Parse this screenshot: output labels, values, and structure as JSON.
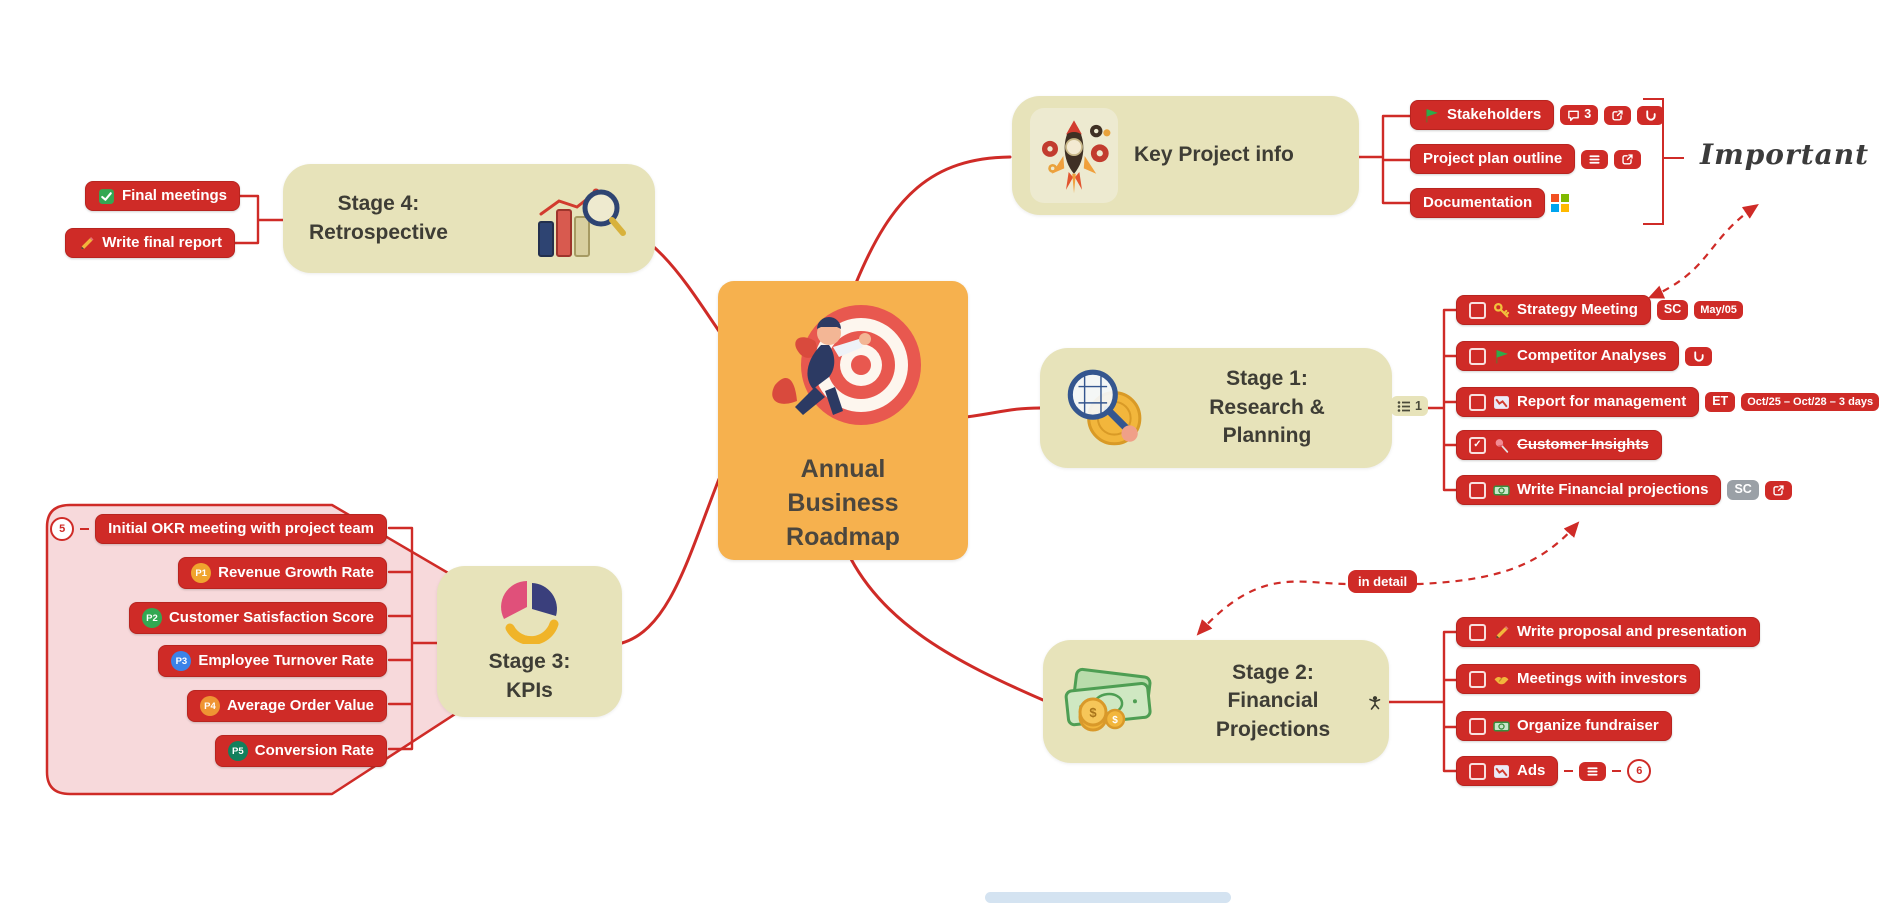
{
  "colors": {
    "topic_red": "#cf2b27",
    "stage_khaki": "#e7e3ba",
    "central_orange": "#f6b14e",
    "boundary_pink": "#f7d9db",
    "text_dark": "#3e3d35",
    "ms_logo": [
      "#f25022",
      "#7fba00",
      "#00a4ef",
      "#ffb900"
    ]
  },
  "central": {
    "lines": [
      "Annual",
      "Business",
      "Roadmap"
    ],
    "illustration": "target-jumper-illustration"
  },
  "key_project": {
    "title": "Key Project info",
    "illustration": "rocket-illustration",
    "comment_count": "3",
    "summary_label": "Important",
    "children": [
      {
        "label": "Stakeholders",
        "icon": "green-flag-icon",
        "badges": [
          "comment-count",
          "open-link-icon",
          "hook-icon"
        ]
      },
      {
        "label": "Project plan outline",
        "badges": [
          "notes-icon",
          "open-link-icon"
        ]
      },
      {
        "label": "Documentation",
        "badges": [
          "ms-logo-icon"
        ]
      }
    ]
  },
  "stage1": {
    "title_lines": [
      "Stage 1:",
      "Research &",
      "Planning"
    ],
    "illustration": "magnifier-coin-illustration",
    "list_badge": "1",
    "children": [
      {
        "label": "Strategy Meeting",
        "icon": "key-icon",
        "checkbox": "unchecked",
        "badge": "SC",
        "date": "May/05"
      },
      {
        "label": "Competitor Analyses",
        "icon": "green-flag-icon",
        "checkbox": "unchecked",
        "badges": [
          "hook-icon"
        ]
      },
      {
        "label": "Report for management",
        "icon": "chart-decreasing-icon",
        "checkbox": "unchecked",
        "badge": "ET",
        "date": "Oct/25 – Oct/28 – 3 days"
      },
      {
        "label": "Customer Insights",
        "icon": "pushpin-icon",
        "checkbox": "checked",
        "strikethrough": true
      },
      {
        "label": "Write Financial projections",
        "icon": "banknote-icon",
        "checkbox": "unchecked",
        "badge": "SC",
        "badges": [
          "open-link-icon"
        ]
      }
    ]
  },
  "stage2": {
    "title_lines": [
      "Stage 2:",
      "Financial",
      "Projections"
    ],
    "illustration": "money-illustration",
    "relationship_label": "in detail",
    "children": [
      {
        "label": "Write proposal and presentation",
        "icon": "pencil-icon",
        "checkbox": "unchecked"
      },
      {
        "label": "Meetings with investors",
        "icon": "handshake-icon",
        "checkbox": "unchecked"
      },
      {
        "label": "Organize fundraiser",
        "icon": "banknote-icon",
        "checkbox": "unchecked"
      },
      {
        "label": "Ads",
        "icon": "chart-decreasing-icon",
        "checkbox": "unchecked",
        "badges": [
          "notes-icon"
        ],
        "hidden_count": "6"
      }
    ]
  },
  "stage3": {
    "title_lines": [
      "Stage 3:",
      "KPIs"
    ],
    "illustration": "pie-chart-illustration",
    "children": [
      {
        "label": "Initial OKR meeting with project team",
        "hidden_count": "5"
      },
      {
        "label": "Revenue Growth Rate",
        "priority": "P1"
      },
      {
        "label": "Customer Satisfaction Score",
        "priority": "P2"
      },
      {
        "label": "Employee Turnover Rate",
        "priority": "P3"
      },
      {
        "label": "Average Order Value",
        "priority": "P4"
      },
      {
        "label": "Conversion Rate",
        "priority": "P5"
      }
    ]
  },
  "stage4": {
    "title_lines": [
      "Stage 4:",
      "Retrospective"
    ],
    "illustration": "chart-magnifier-illustration",
    "children": [
      {
        "label": "Final meetings",
        "icon": "check-icon"
      },
      {
        "label": "Write final report",
        "icon": "pencil-icon"
      }
    ]
  }
}
